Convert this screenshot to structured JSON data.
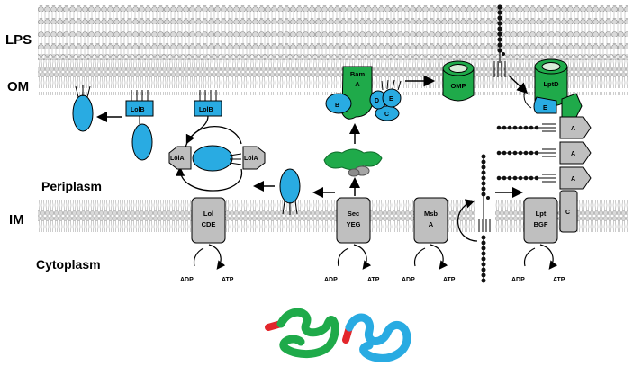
{
  "regions": {
    "lps": "LPS",
    "om": "OM",
    "periplasm": "Periplasm",
    "im": "IM",
    "cytoplasm": "Cytoplasm"
  },
  "proteins": {
    "lolcde": [
      "Lol",
      "CDE"
    ],
    "secyeg": [
      "Sec",
      "YEG"
    ],
    "msba": [
      "Msb",
      "A"
    ],
    "lptbgf": [
      "Lpt",
      "BGF"
    ],
    "lolb_1": "LolB",
    "lolb_2": "LolB",
    "lola_1": "LolA",
    "lola_2": "LolA",
    "bama": [
      "Bam",
      "A"
    ],
    "bam_b": "B",
    "bam_c": "C",
    "bam_d": "D",
    "bam_e": "E",
    "omp": "OMP",
    "lptd": "LptD",
    "lpte": "E",
    "lpta_1": "A",
    "lpta_2": "A",
    "lpta_3": "A",
    "lptc": "C"
  },
  "energy": {
    "adp": "ADP",
    "atp": "ATP"
  },
  "colors": {
    "blue": "#29abe2",
    "green": "#1faa4a",
    "gray": "#bfbfbf",
    "red": "#e3262b"
  }
}
